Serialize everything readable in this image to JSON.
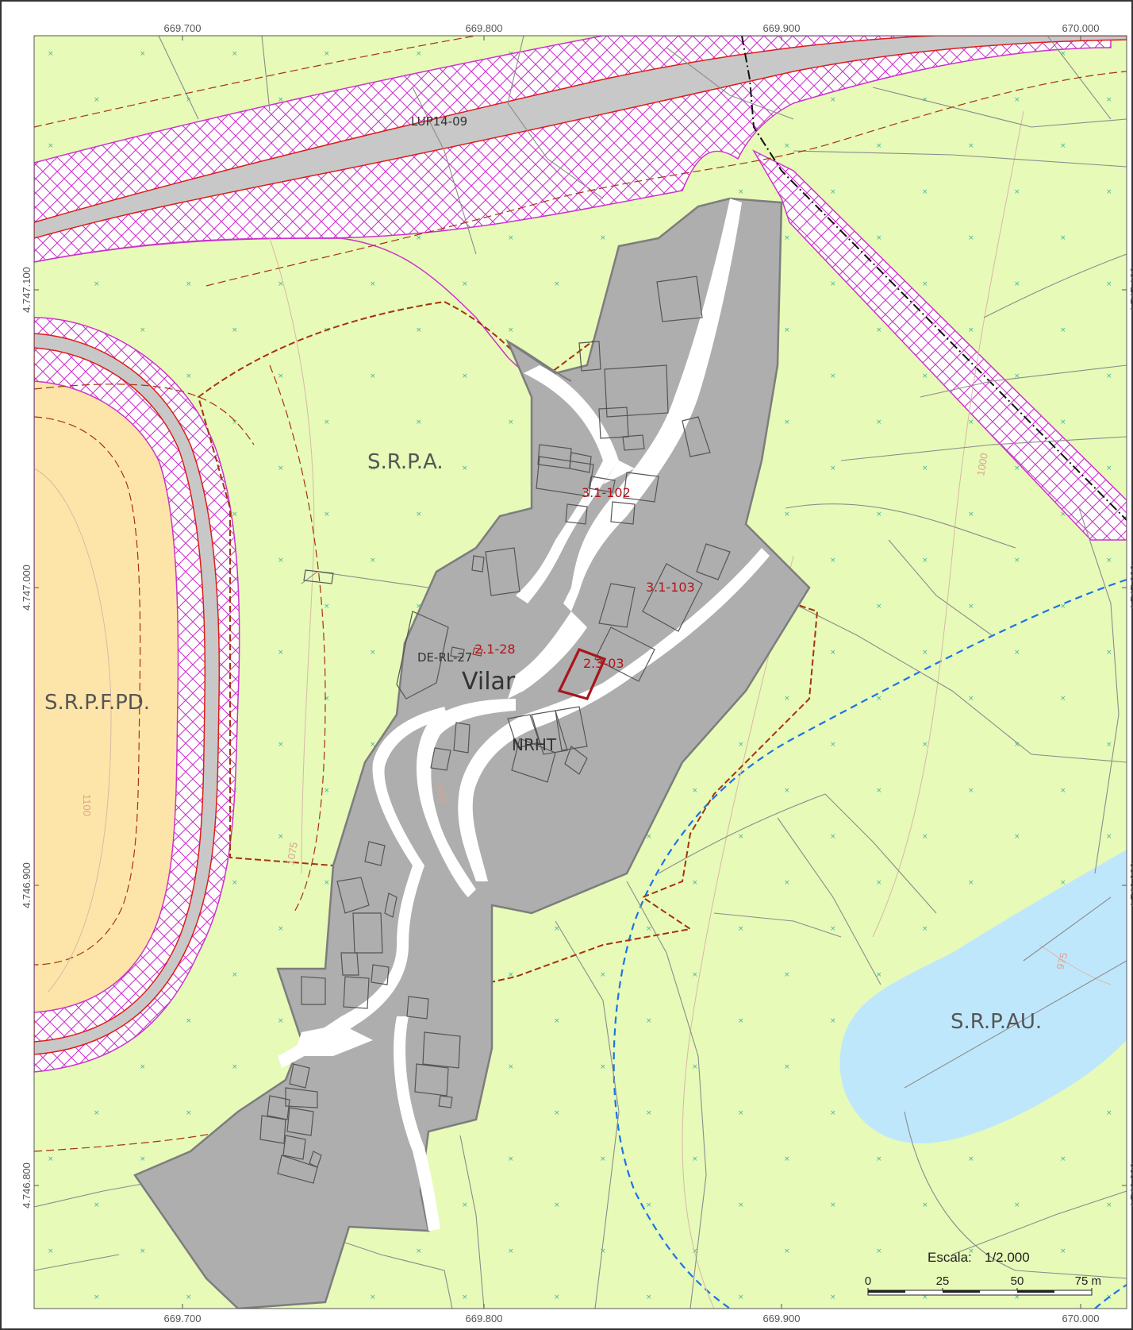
{
  "colors": {
    "rustic_common": "#e7fab8",
    "forest_protection": "#fde5a9",
    "water_protection": "#bfe7fc",
    "nucleus": "#aeaeae",
    "infrastructure_hatch": "#cc33cc",
    "road_band": "#c8c8c8",
    "road_edge": "#e01b1b",
    "boundary_dashed": "#a5330f",
    "water_dashed": "#1a73e8",
    "parcel_line": "#8c8c8c",
    "contour": "#d9b8a8",
    "highlight_parcel": "#a8151a"
  },
  "grid": {
    "x_ticks": [
      "669.700",
      "669.800",
      "669.900",
      "670.000"
    ],
    "y_ticks": [
      "4.747.100",
      "4.747.000",
      "4.746.900",
      "4.746.800"
    ]
  },
  "zones": {
    "srpa": "S.R.P.A.",
    "srpfpd": "S.R.P.F.PD.",
    "srpau": "S.R.P.AU.",
    "nrht": "NRHT"
  },
  "place_name": "Vilar",
  "infrastructure_label": "LUP14-09",
  "references": {
    "r1": "3.1-102",
    "r2": "3.1-103",
    "r3": "2.1-28",
    "r4": "2.3-03",
    "de_code": "DE-RL-27"
  },
  "contours": {
    "c1000": "1000",
    "c1100": "1100",
    "c1075": "1075",
    "c1050": "1050",
    "c975": "975"
  },
  "scale": {
    "label": "Escala:",
    "value": "1/2.000",
    "ticks": [
      "0",
      "25",
      "50",
      "75"
    ],
    "unit": "m"
  }
}
